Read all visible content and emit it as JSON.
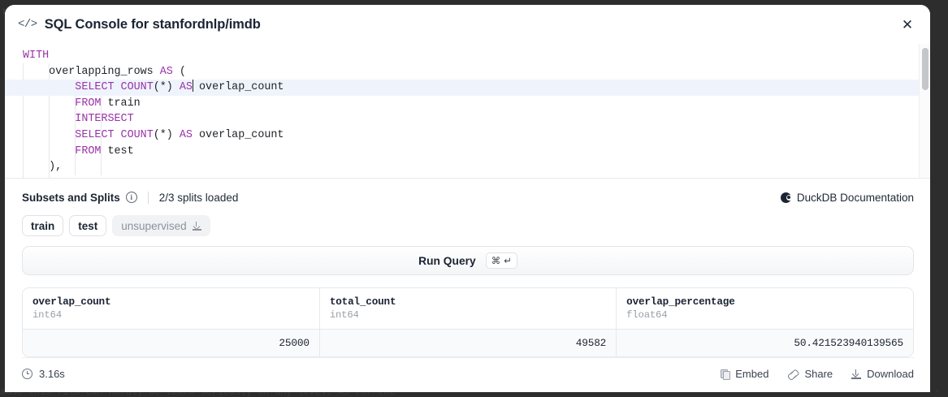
{
  "background": {
    "left_fragment": "t",
    "bottom_text": "ause this film can hardly be taken seriously on any level. As for the",
    "corner_dots": ". ."
  },
  "header": {
    "icon": "code-tag-icon",
    "title": "SQL Console for stanfordnlp/imdb",
    "close_label": "✕"
  },
  "editor": {
    "lines": [
      {
        "id": "l1",
        "active": false,
        "segments": [
          {
            "t": "WITH",
            "k": true
          }
        ]
      },
      {
        "id": "l2",
        "active": false,
        "segments": [
          {
            "t": "    overlapping_rows ",
            "k": false
          },
          {
            "t": "AS",
            "k": true
          },
          {
            "t": " (",
            "k": false
          }
        ]
      },
      {
        "id": "l3",
        "active": true,
        "segments": [
          {
            "t": "        ",
            "k": false
          },
          {
            "t": "SELECT COUNT",
            "k": true
          },
          {
            "t": "(*) ",
            "k": false
          },
          {
            "t": "AS",
            "k": true
          },
          {
            "t": "CURSOR",
            "k": false
          },
          {
            "t": " overlap_count",
            "k": false
          }
        ]
      },
      {
        "id": "l4",
        "active": false,
        "segments": [
          {
            "t": "        ",
            "k": false
          },
          {
            "t": "FROM",
            "k": true
          },
          {
            "t": " train",
            "k": false
          }
        ]
      },
      {
        "id": "l5",
        "active": false,
        "segments": [
          {
            "t": "        ",
            "k": false
          },
          {
            "t": "INTERSECT",
            "k": true
          }
        ]
      },
      {
        "id": "l6",
        "active": false,
        "segments": [
          {
            "t": "        ",
            "k": false
          },
          {
            "t": "SELECT COUNT",
            "k": true
          },
          {
            "t": "(*) ",
            "k": false
          },
          {
            "t": "AS",
            "k": true
          },
          {
            "t": " overlap_count",
            "k": false
          }
        ]
      },
      {
        "id": "l7",
        "active": false,
        "segments": [
          {
            "t": "        ",
            "k": false
          },
          {
            "t": "FROM",
            "k": true
          },
          {
            "t": " test",
            "k": false
          }
        ]
      },
      {
        "id": "l8",
        "active": false,
        "segments": [
          {
            "t": "    ),",
            "k": false
          }
        ]
      }
    ],
    "keyword_color": "#9a33a8",
    "active_line_color": "#eff4fc"
  },
  "subsets": {
    "label": "Subsets and Splits",
    "info_glyph": "i",
    "splits_loaded": "2/3 splits loaded",
    "duckdb_link": "DuckDB Documentation",
    "chips": [
      {
        "label": "train",
        "muted": false,
        "has_download": false
      },
      {
        "label": "test",
        "muted": false,
        "has_download": false
      },
      {
        "label": "unsupervised",
        "muted": true,
        "has_download": true
      }
    ]
  },
  "run_query": {
    "label": "Run Query",
    "shortcut_mod": "⌘",
    "shortcut_key": "↵"
  },
  "results": {
    "columns": [
      {
        "name": "overlap_count",
        "type": "int64"
      },
      {
        "name": "total_count",
        "type": "int64"
      },
      {
        "name": "overlap_percentage",
        "type": "float64"
      }
    ],
    "rows": [
      [
        "25000",
        "49582",
        "50.421523940139565"
      ]
    ]
  },
  "footer": {
    "timing": "3.16s",
    "actions": [
      {
        "label": "Embed",
        "icon": "copy-icon"
      },
      {
        "label": "Share",
        "icon": "link-icon"
      },
      {
        "label": "Download",
        "icon": "download-icon"
      }
    ]
  }
}
